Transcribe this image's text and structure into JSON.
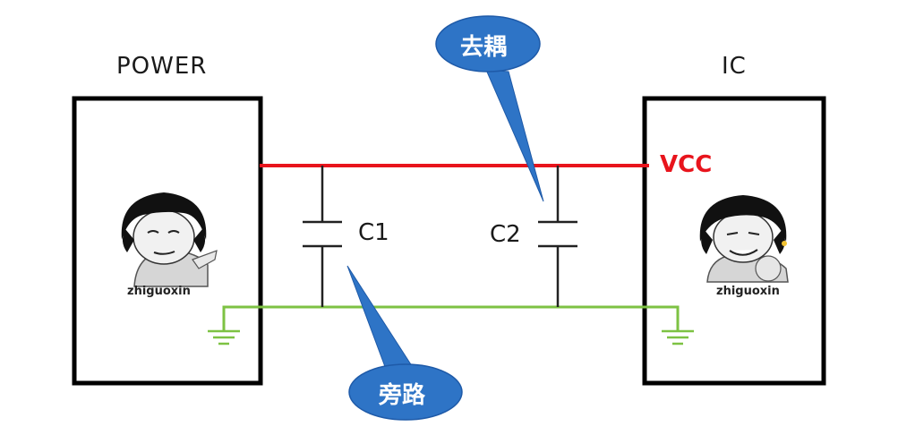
{
  "diagram": {
    "power_label": "POWER",
    "ic_label": "IC",
    "vcc_label": "VCC",
    "c1_label": "C1",
    "c2_label": "C2",
    "decoupling_bubble": "去耦",
    "bypass_bubble": "旁路",
    "watermark_left": "zhiguoxin",
    "watermark_right": "zhiguoxin"
  },
  "colors": {
    "vcc_line": "#e8141c",
    "gnd_line": "#7dc243",
    "bubble_fill": "#2e74c6",
    "box_stroke": "#000000"
  }
}
